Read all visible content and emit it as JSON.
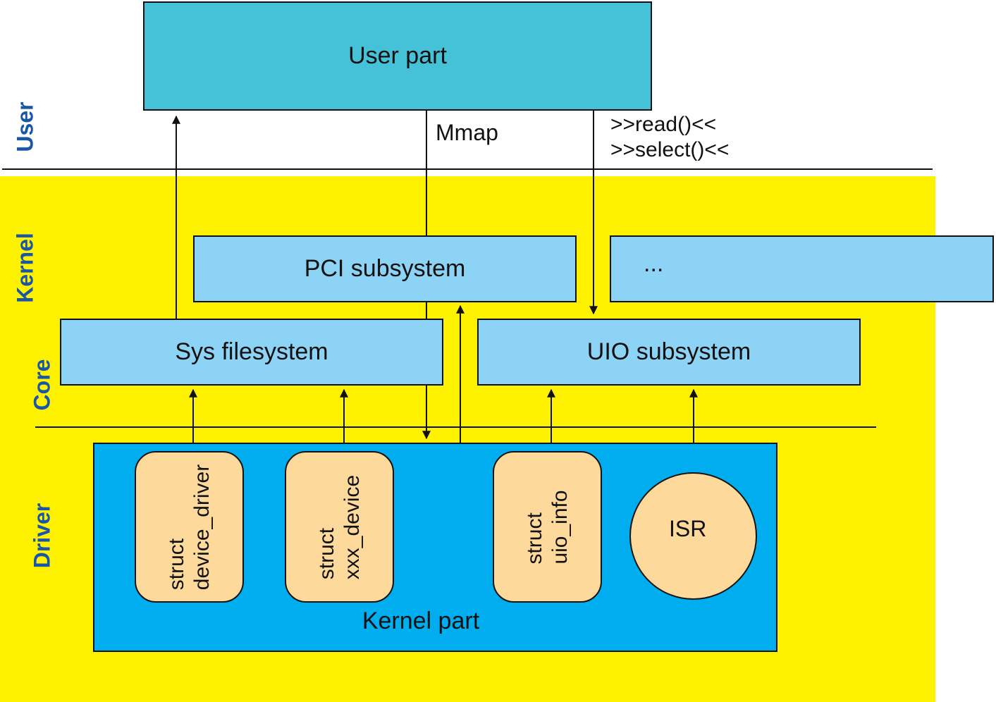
{
  "layers": {
    "user": "User",
    "kernel": "Kernel",
    "core": "Core",
    "driver": "Driver"
  },
  "boxes": {
    "user_part": "User part",
    "pci": "PCI subsystem",
    "ellipsis": "...",
    "sysfs": "Sys filesystem",
    "uio": "UIO subsystem",
    "kernel_part": "Kernel part"
  },
  "structs": [
    {
      "line1": "struct",
      "line2": "device_driver"
    },
    {
      "line1": "struct",
      "line2": "xxx_device"
    },
    {
      "line1": "struct",
      "line2": "uio_info"
    }
  ],
  "isr": "ISR",
  "annotations": {
    "mmap": "Mmap",
    "read": ">>read()<<",
    "select": ">>select()<<"
  },
  "colors": {
    "kernel_bg": "#fff200",
    "user_box": "#45c2d8",
    "subsystem": "#8dd3f5",
    "kernel_part": "#00aeef",
    "struct": "#fdd99b",
    "layer_label": "#1a56a8"
  }
}
